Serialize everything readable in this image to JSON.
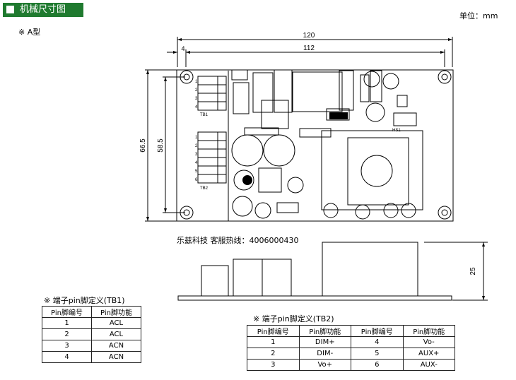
{
  "header": {
    "title": "机械尺寸图"
  },
  "unit": "单位：mm",
  "model": "※ A型",
  "dims": {
    "w120": "120",
    "w112": "112",
    "w4": "4",
    "h665": "66.5",
    "h585": "58.5",
    "h25": "25"
  },
  "board": {
    "tb1": "TB1",
    "tb2": "TB2",
    "hs1": "HS1",
    "tb1_pins": [
      "1",
      "2",
      "3",
      "4"
    ],
    "tb2_pins": [
      "1",
      "2",
      "3",
      "4",
      "5",
      "6"
    ]
  },
  "contact": "乐兹科技 客服热线：4006000430",
  "tb1": {
    "title": "※ 端子pin脚定义(TB1)",
    "headers": [
      "Pin脚编号",
      "Pin脚功能"
    ],
    "rows": [
      [
        "1",
        "ACL"
      ],
      [
        "2",
        "ACL"
      ],
      [
        "3",
        "ACN"
      ],
      [
        "4",
        "ACN"
      ]
    ]
  },
  "tb2": {
    "title": "※ 端子pin脚定义(TB2)",
    "headers": [
      "Pin脚编号",
      "Pin脚功能",
      "Pin脚编号",
      "Pin脚功能"
    ],
    "rows": [
      [
        "1",
        "DIM+",
        "4",
        "Vo-"
      ],
      [
        "2",
        "DIM-",
        "5",
        "AUX+"
      ],
      [
        "3",
        "Vo+",
        "6",
        "AUX-"
      ]
    ]
  }
}
